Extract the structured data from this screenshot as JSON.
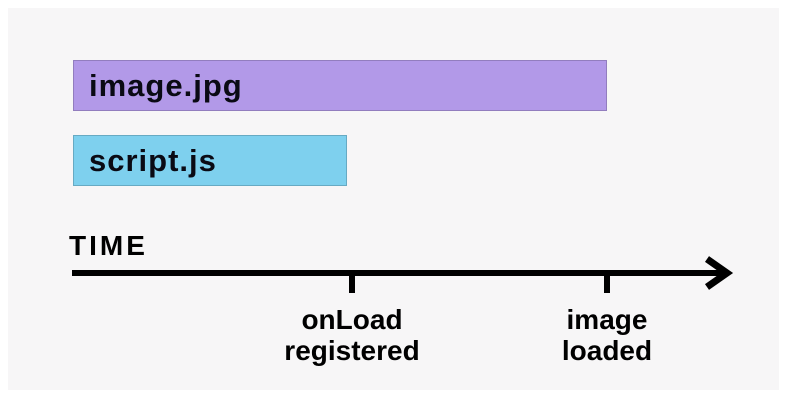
{
  "colors": {
    "canvas_background": "#f7f6f7",
    "image_bar": "#b299e8",
    "script_bar": "#7ed0ee",
    "axis": "#000000"
  },
  "bars": [
    {
      "label": "image.jpg",
      "color": "#b299e8"
    },
    {
      "label": "script.js",
      "color": "#7ed0ee"
    }
  ],
  "axis": {
    "label": "TIME",
    "ticks": [
      {
        "label": "onLoad\nregistered"
      },
      {
        "label": "image\nloaded"
      }
    ]
  }
}
